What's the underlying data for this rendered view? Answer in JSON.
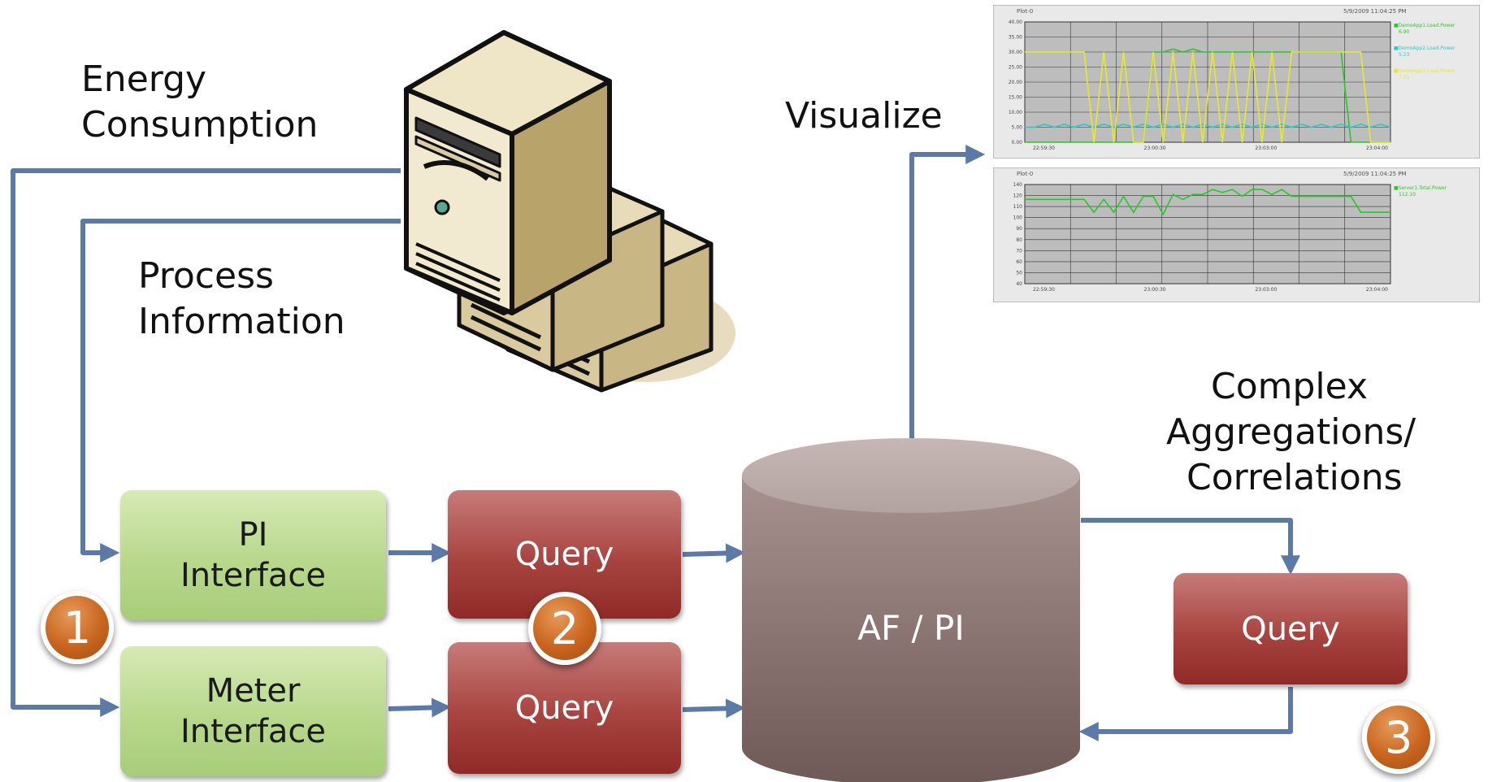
{
  "labels": {
    "energy_line1": "Energy",
    "energy_line2": "Consumption",
    "process_line1": "Process",
    "process_line2": "Information",
    "visualize": "Visualize",
    "complex_line1": "Complex",
    "complex_line2": "Aggregations/",
    "complex_line3": "Correlations"
  },
  "boxes": {
    "pi_interface_line1": "PI",
    "pi_interface_line2": "Interface",
    "meter_interface_line1": "Meter",
    "meter_interface_line2": "Interface",
    "query_top": "Query",
    "query_bottom": "Query",
    "query_right": "Query",
    "database": "AF / PI"
  },
  "badges": {
    "one": "1",
    "two": "2",
    "three": "3"
  },
  "colors": {
    "arrow": "#5b7aa8",
    "green_box": "#b8d88c",
    "red_box": "#a84440",
    "badge": "#c8651f",
    "cylinder": "#8a7774",
    "server_fill": "#e8dcb8",
    "server_stroke": "#111111"
  },
  "chart_data": [
    {
      "type": "line",
      "title": "Plot-0",
      "timestamp": "5/9/2009 11:04:25 PM",
      "ylim": [
        0,
        40
      ],
      "y_ticks": [
        "40.00",
        "35.00",
        "30.00",
        "25.00",
        "20.00",
        "15.00",
        "10.00",
        "5.00",
        "0.00"
      ],
      "x_ticks": [
        "22:59:30",
        "23:00:30",
        "23:03:00",
        "23:04:00"
      ],
      "series": [
        {
          "name": "DemoApp1.Load.Power",
          "value_label": "6.90",
          "color": "#22cc22",
          "values": [
            0,
            0,
            0,
            0,
            0,
            0,
            0,
            0,
            0,
            0,
            0,
            0,
            0,
            30,
            30,
            31,
            30,
            31,
            30,
            30,
            30,
            30,
            30,
            30,
            30,
            30,
            30,
            30,
            30,
            30,
            30,
            30,
            30,
            0,
            0,
            0,
            0,
            0
          ]
        },
        {
          "name": "DemoApp2.Load.Power",
          "value_label": "5.23",
          "color": "#22cccc",
          "values": [
            5,
            5,
            6,
            5,
            6,
            5,
            6,
            5,
            6,
            5,
            6,
            5,
            6,
            5,
            6,
            5,
            6,
            5,
            6,
            5,
            6,
            5,
            6,
            5,
            6,
            5,
            6,
            5,
            6,
            5,
            6,
            5,
            6,
            5,
            6,
            5,
            6,
            5
          ]
        },
        {
          "name": "DemoApp3.Load.Power",
          "value_label": "7.01",
          "color": "#e8e82a",
          "values": [
            30,
            30,
            30,
            30,
            30,
            30,
            30,
            0,
            30,
            0,
            30,
            0,
            0,
            30,
            0,
            30,
            0,
            30,
            0,
            30,
            0,
            30,
            0,
            30,
            0,
            30,
            0,
            30,
            30,
            30,
            30,
            30,
            30,
            30,
            30,
            0,
            0,
            0
          ]
        }
      ]
    },
    {
      "type": "line",
      "title": "Plot-0",
      "timestamp": "5/9/2009 11:04:25 PM",
      "ylim": [
        40,
        140
      ],
      "y_ticks": [
        "140",
        "120",
        "110",
        "100",
        "90",
        "80",
        "70",
        "60",
        "50",
        "40"
      ],
      "x_ticks": [
        "22:59:30",
        "23:00:30",
        "23:03:00",
        "23:04:00"
      ],
      "series": [
        {
          "name": "Server1.Total.Power",
          "value_label": "112.10",
          "color": "#22cc22",
          "values": [
            125,
            125,
            125,
            125,
            125,
            125,
            125,
            112,
            125,
            112,
            128,
            112,
            128,
            128,
            110,
            130,
            125,
            130,
            130,
            135,
            132,
            135,
            128,
            135,
            135,
            130,
            135,
            128,
            128,
            128,
            128,
            128,
            128,
            128,
            112,
            112,
            112,
            112
          ]
        }
      ]
    }
  ]
}
